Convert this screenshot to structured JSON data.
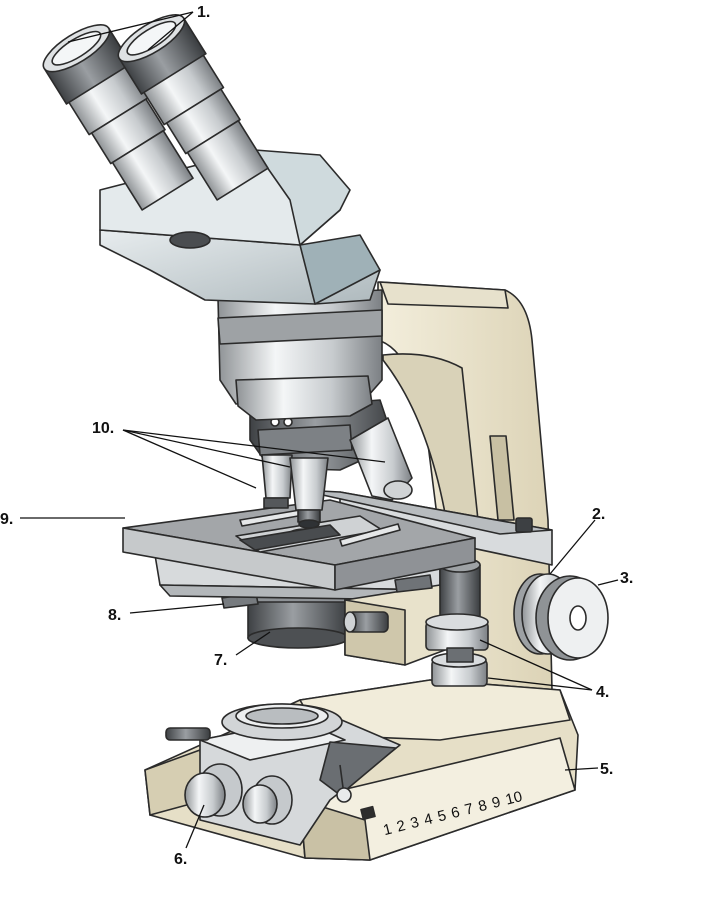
{
  "callouts": {
    "c1": "1.",
    "c2": "2.",
    "c3": "3.",
    "c4": "4.",
    "c5": "5.",
    "c6": "6.",
    "c7": "7.",
    "c8": "8.",
    "c9": "9.",
    "c10": "10."
  },
  "scale": {
    "numbers": [
      "1",
      "2",
      "3",
      "4",
      "5",
      "6",
      "7",
      "8",
      "9",
      "10"
    ]
  },
  "colors": {
    "body_cream": "#ece5cf",
    "body_shadow": "#cfc6a8",
    "metal_light": "#e8ebec",
    "metal_mid": "#bfc3c6",
    "metal_dark": "#5d6064",
    "stage_gray": "#9ea1a4",
    "head_blue": "#c9d3d6",
    "outline": "#2b2b2b"
  }
}
